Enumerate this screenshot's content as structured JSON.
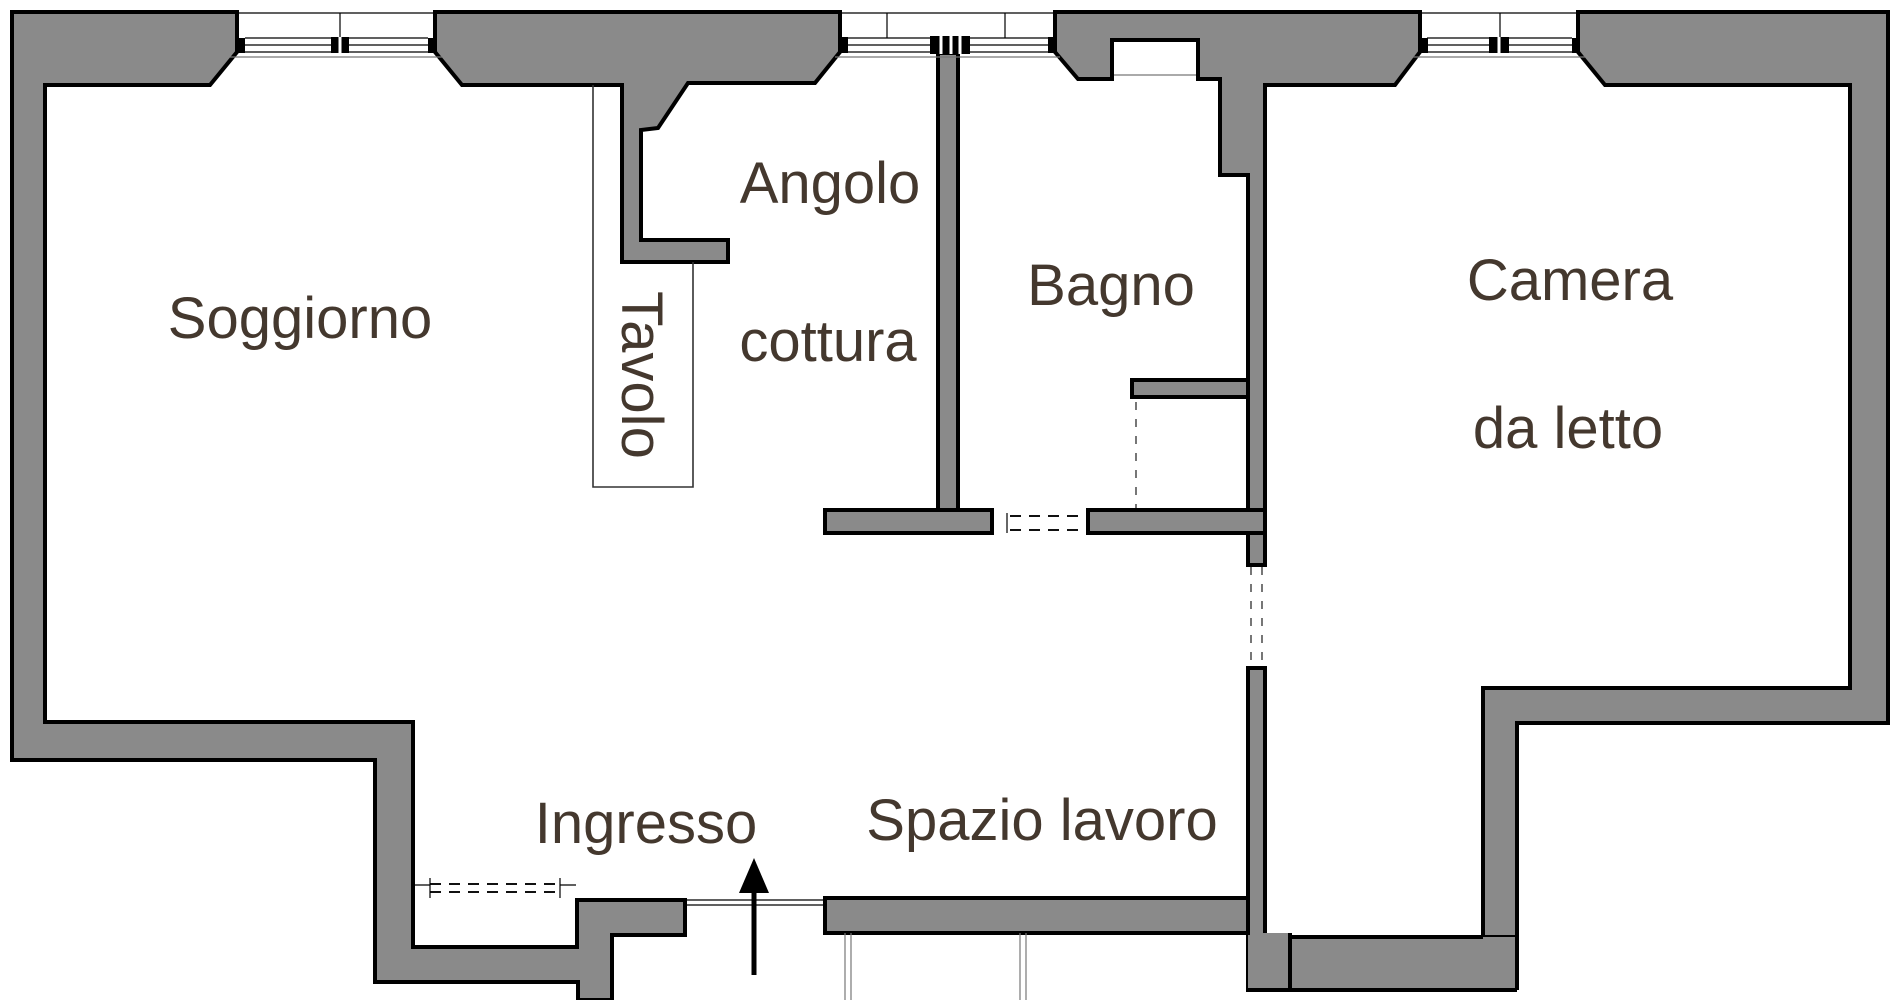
{
  "floor_plan": {
    "rooms": {
      "soggiorno": {
        "label": "Soggiorno"
      },
      "angolo_cottura": {
        "label_line1": "Angolo",
        "label_line2": "cottura"
      },
      "bagno": {
        "label": "Bagno"
      },
      "camera_da_letto": {
        "label_line1": "Camera",
        "label_line2": "da letto"
      },
      "ingresso": {
        "label": "Ingresso"
      },
      "spazio_lavoro": {
        "label": "Spazio lavoro"
      }
    },
    "furniture": {
      "tavolo": {
        "label": "Tavolo"
      }
    },
    "symbols": {
      "entry_arrow": {
        "icon": "arrow-up-icon",
        "meaning": "entrance direction"
      }
    },
    "colors": {
      "wall_fill": "#8a8a8a",
      "wall_outline": "#000000",
      "label_color": "#44382e",
      "background": "#ffffff"
    }
  }
}
